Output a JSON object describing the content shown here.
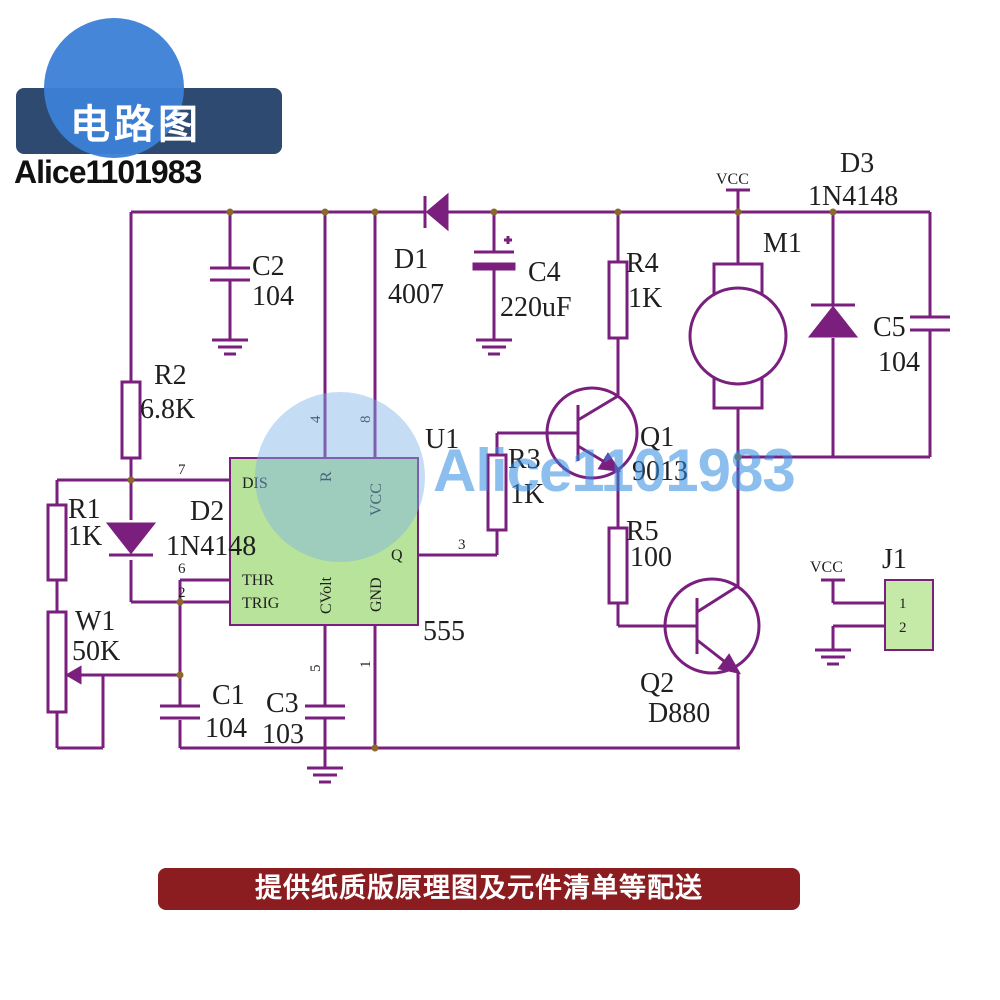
{
  "logo": {
    "badge_text": "电路图",
    "name": "Alice1101983"
  },
  "watermark": {
    "text": "Alice1101983"
  },
  "footer": {
    "banner": "提供纸质版原理图及元件清单等配送"
  },
  "colors": {
    "wire": "#7a1f7e",
    "chip_fill": "#b8e39a",
    "connector_fill": "#c5eaa8",
    "banner": "#8b1d21",
    "logo_bar": "#2f4a70"
  },
  "components": {
    "c2": {
      "ref": "C2",
      "value": "104"
    },
    "c4": {
      "ref": "C4",
      "value": "220uF"
    },
    "d1": {
      "ref": "D1",
      "value": "4007"
    },
    "r4": {
      "ref": "R4",
      "value": "1K"
    },
    "vcc_top": "VCC",
    "d3": {
      "ref": "D3",
      "value": "1N4148"
    },
    "m1": {
      "ref": "M1"
    },
    "c5": {
      "ref": "C5",
      "value": "104"
    },
    "r2": {
      "ref": "R2",
      "value": "6.8K"
    },
    "u1": {
      "ref": "U1",
      "type": "555"
    },
    "q1": {
      "ref": "Q1",
      "value": "9013"
    },
    "r3": {
      "ref": "R3",
      "value": "1K"
    },
    "r1": {
      "ref": "R1",
      "value": "1K"
    },
    "d2": {
      "ref": "D2",
      "value": "1N4148"
    },
    "r5": {
      "ref": "R5",
      "value": "100"
    },
    "w1": {
      "ref": "W1",
      "value": "50K"
    },
    "c1": {
      "ref": "C1",
      "value": "104"
    },
    "c3": {
      "ref": "C3",
      "value": "103"
    },
    "q2": {
      "ref": "Q2",
      "value": "D880"
    },
    "j1": {
      "ref": "J1",
      "vcc": "VCC",
      "pin1": "1",
      "pin2": "2"
    }
  },
  "chip_pins": {
    "dis": "DIS",
    "r": "R",
    "vcc": "VCC",
    "thr": "THR",
    "trig": "TRIG",
    "cvolt": "CVolt",
    "gnd": "GND",
    "q": "Q",
    "n7": "7",
    "n4": "4",
    "n8": "8",
    "n6": "6",
    "n2": "2",
    "n3": "3",
    "n5": "5",
    "n1": "1"
  }
}
